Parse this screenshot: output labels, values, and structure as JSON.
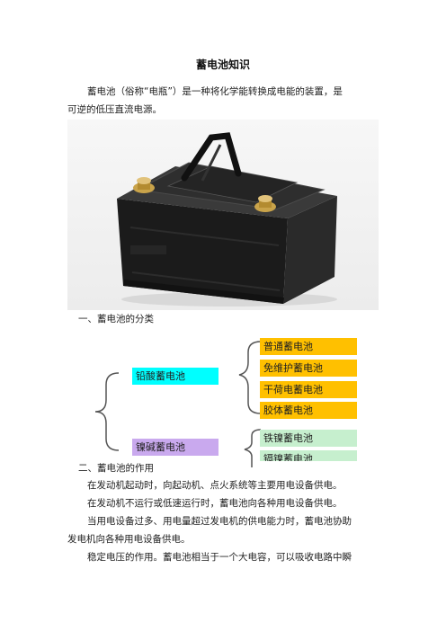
{
  "doc": {
    "title": "蓄电池知识",
    "intro_line1": "蓄电池（俗称“电瓶”）是一种将化学能转换成电能的装置，是",
    "intro_line2": "可逆的低压直流电源。"
  },
  "section1": {
    "heading": "一、蓄电池的分类"
  },
  "classification": {
    "lead_acid": {
      "label": "铅酸蓄电池",
      "color": "#00ffff",
      "types": [
        "普通蓄电池",
        "免维护蓄电池",
        "干荷电蓄电池",
        "胶体蓄电池"
      ],
      "type_color": "#ffc000"
    },
    "nickel_alkaline": {
      "label": "镍碱蓄电池",
      "color": "#c9a9ee",
      "types": [
        "铁镍蓄电池",
        "镉镍蓄电池"
      ],
      "type_color": "#c6efce"
    }
  },
  "section2": {
    "heading": "二、蓄电池的作用",
    "para1": "在发动机起动时，向起动机、点火系统等主要用电设备供电。",
    "para2": "在发动机不运行或低速运行时，蓄电池向各种用电设备供电。",
    "para3_line1": "当用电设备过多、用电量超过发电机的供电能力时，蓄电池协助",
    "para3_line2": "发电机向各种用电设备供电。",
    "para4": "稳定电压的作用。蓄电池相当于一个大电容，可以吸收电路中瞬"
  }
}
